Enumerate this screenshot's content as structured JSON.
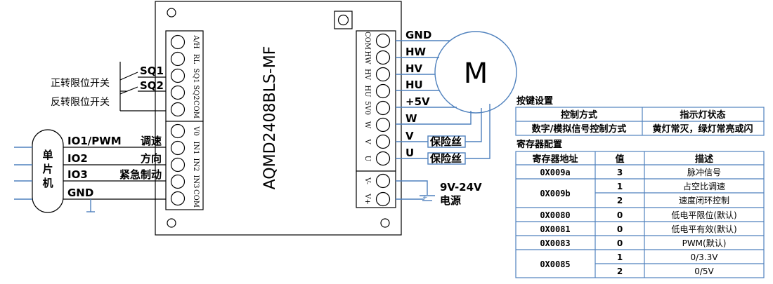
{
  "board": {
    "model": "AQMD2408BLS-MF"
  },
  "left_terminal_top": [
    "A/H",
    "RL",
    "SQ1",
    "SQ2",
    "COM"
  ],
  "left_terminal_bottom": [
    "V0",
    "IN1",
    "IN2",
    "IN3",
    "COM"
  ],
  "right_terminal_main": [
    "COM",
    "HW",
    "HV",
    "HU",
    "5V0",
    "W",
    "V",
    "U"
  ],
  "right_terminal_power": [
    "V-",
    "V+"
  ],
  "limit_switches": {
    "sq1": "SQ1",
    "sq2": "SQ2",
    "forward_label": "正转限位开关",
    "reverse_label": "反转限位开关"
  },
  "mcu": {
    "label_chars": [
      "单",
      "片",
      "机"
    ],
    "signals": [
      {
        "pin": "IO1/PWM",
        "function": "调速"
      },
      {
        "pin": "IO2",
        "function": "方向"
      },
      {
        "pin": "IO3",
        "function": "紧急制动"
      },
      {
        "pin": "GND",
        "function": ""
      }
    ]
  },
  "motor": {
    "symbol": "M",
    "wires": [
      "GND",
      "HW",
      "HV",
      "HU",
      "+5V",
      "W",
      "V",
      "U"
    ],
    "fuse_label": "保险丝"
  },
  "power": {
    "voltage": "9V-24V",
    "label": "电源"
  },
  "key_settings": {
    "title": "按键设置",
    "headers": [
      "控制方式",
      "指示灯状态"
    ],
    "rows": [
      [
        "数字/模拟信号控制方式",
        "黄灯常灭，绿灯常亮或闪"
      ]
    ]
  },
  "register_config": {
    "title": "寄存器配置",
    "headers": [
      "寄存器地址",
      "值",
      "描述"
    ],
    "rows": [
      {
        "address": "0X009a",
        "entries": [
          {
            "value": "3",
            "desc": "脉冲信号"
          }
        ]
      },
      {
        "address": "0X009b",
        "entries": [
          {
            "value": "1",
            "desc": "占空比调速"
          },
          {
            "value": "2",
            "desc": "速度闭环控制"
          }
        ]
      },
      {
        "address": "0X0080",
        "entries": [
          {
            "value": "0",
            "desc": "低电平限位(默认)"
          }
        ]
      },
      {
        "address": "0X0081",
        "entries": [
          {
            "value": "0",
            "desc": "低电平有效(默认)"
          }
        ]
      },
      {
        "address": "0X0083",
        "entries": [
          {
            "value": "0",
            "desc": "PWM(默认)"
          }
        ]
      },
      {
        "address": "0X0085",
        "entries": [
          {
            "value": "1",
            "desc": "0/3.3V"
          },
          {
            "value": "2",
            "desc": "0/5V"
          }
        ]
      }
    ]
  },
  "colors": {
    "wire_blue": "#4f81bd",
    "line_black": "#000000"
  }
}
